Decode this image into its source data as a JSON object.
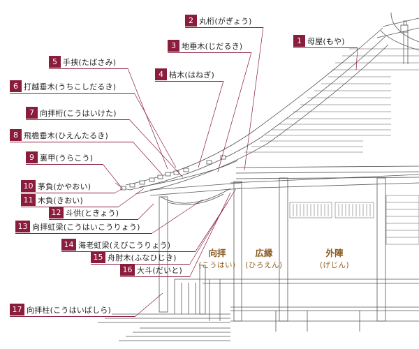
{
  "labels": [
    {
      "num": "1",
      "text": "母屋(もや)"
    },
    {
      "num": "2",
      "text": "丸桁(がぎょう)"
    },
    {
      "num": "3",
      "text": "地垂木(じだるき)"
    },
    {
      "num": "4",
      "text": "桔木(はねぎ)"
    },
    {
      "num": "5",
      "text": "手挟(たばさみ)"
    },
    {
      "num": "6",
      "text": "打越垂木(うちこしだるき)"
    },
    {
      "num": "7",
      "text": "向拝桁(こうはいけた)"
    },
    {
      "num": "8",
      "text": "飛檐垂木(ひえんたるき)"
    },
    {
      "num": "9",
      "text": "裏甲(うらこう)"
    },
    {
      "num": "10",
      "text": "茅負(かやおい)"
    },
    {
      "num": "11",
      "text": "木負(きおい)"
    },
    {
      "num": "12",
      "text": "斗供(ときょう)"
    },
    {
      "num": "13",
      "text": "向拝虹梁(こうはいこうりょう)"
    },
    {
      "num": "14",
      "text": "海老虹梁(えびこうりょう)"
    },
    {
      "num": "15",
      "text": "舟肘木(ふなひじき)"
    },
    {
      "num": "16",
      "text": "大斗(だいと)"
    },
    {
      "num": "17",
      "text": "向拝柱(こうはいばしら)"
    }
  ],
  "zones": [
    {
      "name": "向拝",
      "reading": "(こうはい)"
    },
    {
      "name": "広縁",
      "reading": "(ひろえん)"
    },
    {
      "name": "外陣",
      "reading": "(げじん)"
    }
  ],
  "colors": {
    "accent": "#8a1c3c",
    "zone_text": "#8b5a1e",
    "drawing": "#555555"
  }
}
